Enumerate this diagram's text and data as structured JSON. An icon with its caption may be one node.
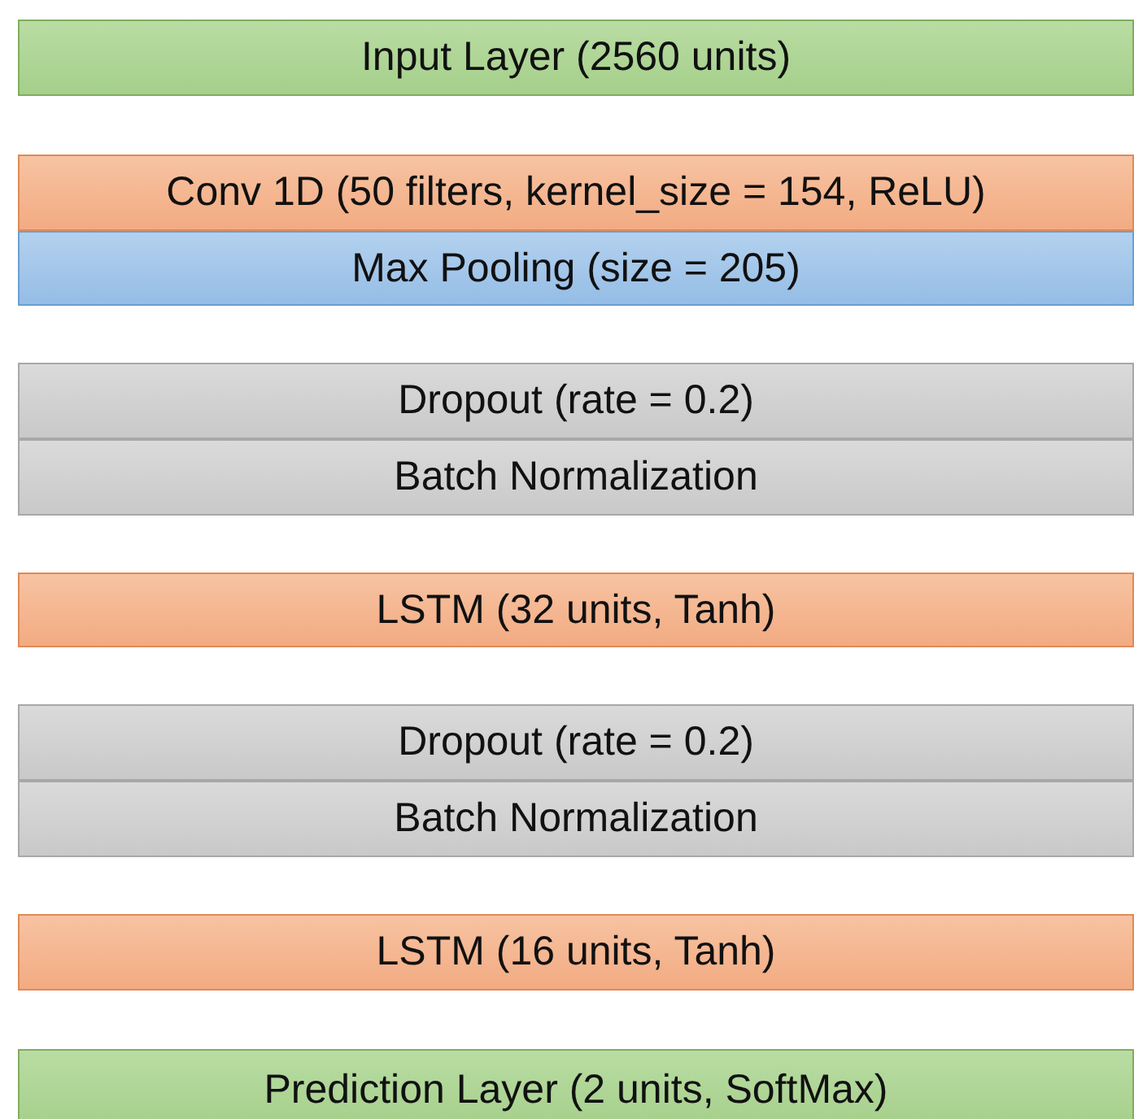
{
  "diagram": {
    "nodes": [
      {
        "text": [
          "Input Layer (2560 units)"
        ]
      },
      {
        "text": [
          "Conv 1D (50 filters, kernel_size = 154, ReLU)"
        ]
      },
      {
        "text": [
          "Max Pooling (size = 205)"
        ]
      },
      {
        "text": [
          "Dropout (rate = 0.2)"
        ]
      },
      {
        "text": [
          "Batch Normalization"
        ]
      },
      {
        "text": [
          "LSTM (32 units, Tanh)"
        ]
      },
      {
        "text": [
          "Dropout (rate = 0.2)"
        ]
      },
      {
        "text": [
          "Batch Normalization"
        ]
      },
      {
        "text": [
          "LSTM (16 units, Tanh)"
        ]
      },
      {
        "text": [
          "Prediction Layer (2 units, SoftMax)"
        ]
      }
    ]
  }
}
